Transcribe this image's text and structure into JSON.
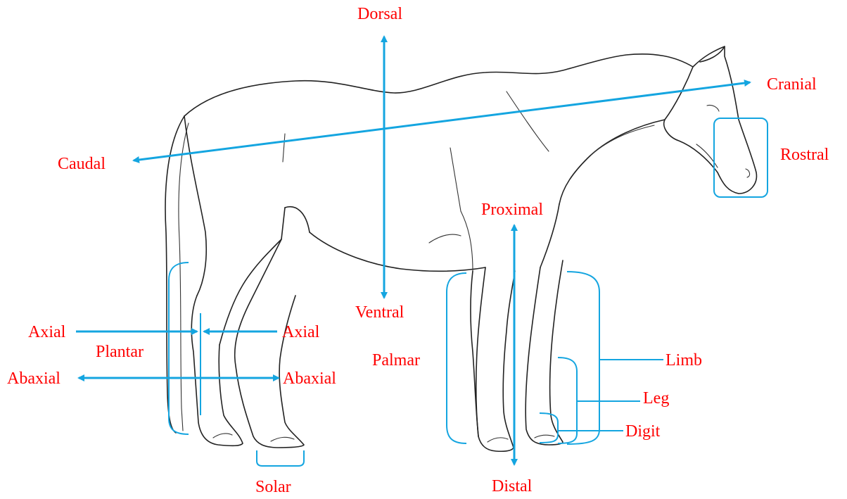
{
  "labels": {
    "dorsal": "Dorsal",
    "ventral": "Ventral",
    "cranial": "Cranial",
    "caudal": "Caudal",
    "rostral": "Rostral",
    "proximal": "Proximal",
    "distal": "Distal",
    "axial_left": "Axial",
    "axial_right": "Axial",
    "abaxial_left": "Abaxial",
    "abaxial_right": "Abaxial",
    "plantar": "Plantar",
    "palmar": "Palmar",
    "solar": "Solar",
    "limb": "Limb",
    "leg": "Leg",
    "digit": "Digit"
  },
  "colors": {
    "label": "#ff0000",
    "arrow": "#14a5e0",
    "outline": "#222222"
  }
}
